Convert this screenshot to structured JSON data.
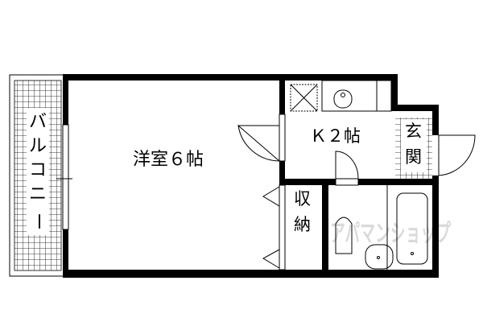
{
  "floorplan": {
    "rooms": {
      "western_room": "洋室６帖",
      "kitchen": "Ｋ２帖",
      "entrance": [
        "玄",
        "関"
      ],
      "storage": [
        "収",
        "納"
      ],
      "balcony": [
        "バ",
        "ル",
        "コ",
        "ニ",
        "ー"
      ]
    },
    "watermark": "アパマンショップ",
    "colors": {
      "wall": "#000000",
      "watermark": "#d9d9d9"
    }
  }
}
